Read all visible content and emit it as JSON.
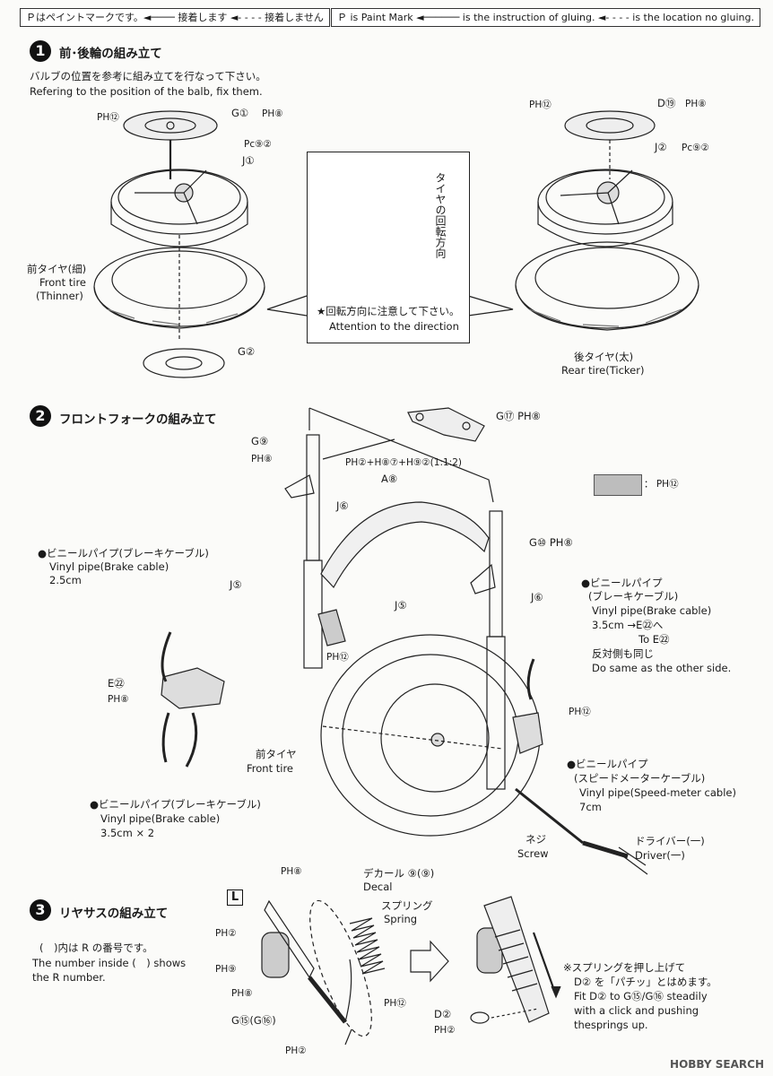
{
  "header": {
    "jp_legend": "Ｐはペイントマークです。◄──── 接着します ◄- - - - 接着しません",
    "en_legend": "Ｐ is Paint Mark ◄────── is the instruction of gluing. ◄- - - - is the location no gluing."
  },
  "section1": {
    "number": "1",
    "title_jp": "前･後輪の組み立て",
    "note_jp": "バルブの位置を参考に組み立てを行なって下さい。",
    "note_en": "Refering to the position of the balb, fix them.",
    "labels": {
      "ph12_left": "PH⑫",
      "g1": "G①",
      "ph8_top": "PH⑧",
      "pc92_left": "Pc⑨②",
      "j1": "J①",
      "front_tire_jp": "前タイヤ(細)",
      "front_tire_en": "Front tire",
      "front_tire_en2": "(Thinner)",
      "g2": "G②",
      "ph12_right": "PH⑫",
      "d19": "D⑲",
      "ph8_right": "PH⑧",
      "j2": "J②",
      "pc92_right": "Pc⑨②",
      "rear_tire_jp": "後タイヤ(太)",
      "rear_tire_en": "Rear tire(Ticker)"
    },
    "attention": {
      "vertical_jp": "タイヤの回転方向",
      "jp": "★回転方向に注意して下さい。",
      "en": "Attention to the direction"
    }
  },
  "section2": {
    "number": "2",
    "title_jp": "フロントフォークの組み立て",
    "legend_code": "： PH⑫",
    "labels": {
      "g9": "G⑨",
      "ph8_g9": "PH⑧",
      "mix": "PH②+H⑧⑦+H⑨②(1:1:2)",
      "a8": "A⑧",
      "g17": "G⑰ PH⑧",
      "g10": "G⑩ PH⑧",
      "j6_left": "J⑥",
      "j5_left": "J⑤",
      "j5_mid": "J⑤",
      "j6_right": "J⑥",
      "ph12_fork": "PH⑫",
      "ph12_hub": "PH⑫",
      "e22": "E㉒",
      "ph8_e22": "PH⑧",
      "front_tire_jp": "前タイヤ",
      "front_tire_en": "Front tire",
      "screw_jp": "ネジ",
      "screw_en": "Screw",
      "driver_jp": "ドライバー(一)",
      "driver_en": "Driver(一)"
    },
    "vinyl_left_top": {
      "jp": "●ビニールパイプ(ブレーキケーブル)",
      "en": "Vinyl pipe(Brake cable)",
      "size": "2.5cm"
    },
    "vinyl_right_top": {
      "jp1": "●ビニールパイプ",
      "jp2": "(ブレーキケーブル)",
      "en": "Vinyl pipe(Brake cable)",
      "size": "3.5cm →E㉒へ",
      "to": "To E㉒",
      "other_jp": "反対側も同じ",
      "other_en": "Do same as the other side."
    },
    "vinyl_right_bottom": {
      "jp1": "●ビニールパイプ",
      "jp2": "(スピードメーターケーブル)",
      "en": "Vinyl pipe(Speed-meter cable)",
      "size": "7cm"
    },
    "vinyl_left_bottom": {
      "jp": "●ビニールパイプ(ブレーキケーブル)",
      "en": "Vinyl pipe(Brake cable)",
      "size": "3.5cm × 2"
    }
  },
  "section3": {
    "number": "3",
    "title_jp": "リヤサスの組み立て",
    "note_jp": "(　)内は R の番号です。",
    "note_en1": "The number inside (　) shows",
    "note_en2": "the R number.",
    "box_L": "L",
    "labels": {
      "ph8_top": "PH⑧",
      "ph2_a": "PH②",
      "ph9": "PH⑨",
      "ph8_b": "PH⑧",
      "g15": "G⑮(G⑯)",
      "ph2_b": "PH②",
      "decal_jp": "デカール ⑨(⑨)",
      "decal_en": "Decal",
      "spring_jp": "スプリング",
      "spring_en": "Spring",
      "ph12": "PH⑫",
      "d2": "D②",
      "ph2_c": "PH②"
    },
    "fit_note": {
      "jp1": "※スプリングを押し上げて",
      "jp2": "D② を「パチッ」とはめます。",
      "en1": "Fit D② to G⑮/G⑯ steadily",
      "en2": "with a click and pushing",
      "en3": "thesprings up."
    }
  },
  "watermark": "HOBBY SEARCH"
}
